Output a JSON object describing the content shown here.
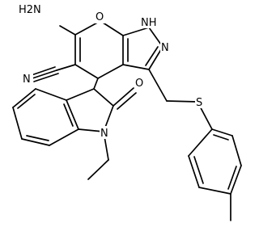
{
  "labels": {
    "nh2": "H2N",
    "o_ring": "O",
    "nh": "NH",
    "n_pyrazole": "N",
    "n_nitrile": "N",
    "o_carbonyl": "O",
    "s": "S",
    "n_indoline": "N"
  }
}
